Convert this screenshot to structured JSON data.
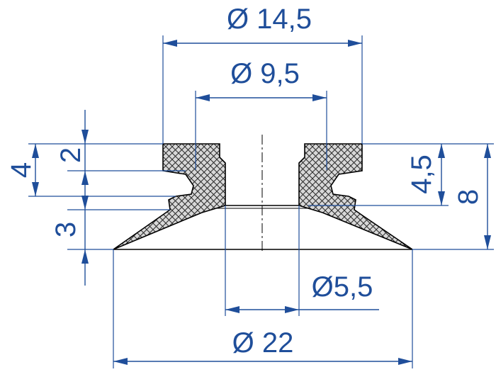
{
  "colors": {
    "dimension": "#1f4e9a",
    "outline": "#000000",
    "background": "#ffffff"
  },
  "dimensions": {
    "outer_top_diameter": "Ø 14,5",
    "inner_top_diameter": "Ø 9,5",
    "bore_diameter": "Ø5,5",
    "base_diameter": "Ø 22",
    "height_top_flange": "2",
    "height_upper": "4",
    "height_lower_lip": "3",
    "height_neck": "4,5",
    "total_height": "8"
  }
}
